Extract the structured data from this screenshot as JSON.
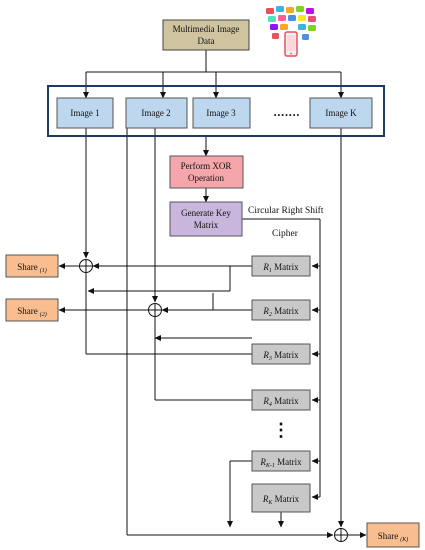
{
  "source": {
    "line1": "Multimedia Image",
    "line2": "Data"
  },
  "images": [
    "Image 1",
    "Image 2",
    "Image 3",
    "Image K"
  ],
  "dots": "•••••••",
  "xor": {
    "line1": "Perform XOR",
    "line2": "Operation"
  },
  "keygen": {
    "line1": "Generate Key",
    "line2": "Matrix"
  },
  "cipher": {
    "line1": "Circular Right Shift",
    "line2": "Cipher"
  },
  "matrices": [
    {
      "letter": "R",
      "sub": "1",
      "suffix": " Matrix"
    },
    {
      "letter": "R",
      "sub": "2",
      "suffix": " Matrix"
    },
    {
      "letter": "R",
      "sub": "3",
      "suffix": " Matrix"
    },
    {
      "letter": "R",
      "sub": "4",
      "suffix": " Matrix"
    },
    {
      "letter": "R",
      "sub": "K-1",
      "suffix": " Matrix"
    },
    {
      "letter": "R",
      "sub": "K",
      "suffix": " Matrix"
    }
  ],
  "vdots": "⋮",
  "shares": [
    {
      "label": "Share",
      "sub": "(1)"
    },
    {
      "label": "Share",
      "sub": "(2)"
    },
    {
      "label": "Share",
      "sub": "(K)"
    }
  ],
  "colors": {
    "source_fill": "#cfc3a0",
    "image_fill": "#bdd7ee",
    "frame_stroke": "#1f3864",
    "xor_fill": "#f4a6aa",
    "keygen_fill": "#c9b6dc",
    "matrix_fill": "#c8c8c8",
    "share_fill": "#f9be8f"
  },
  "icon": "multimedia-apps-icon"
}
